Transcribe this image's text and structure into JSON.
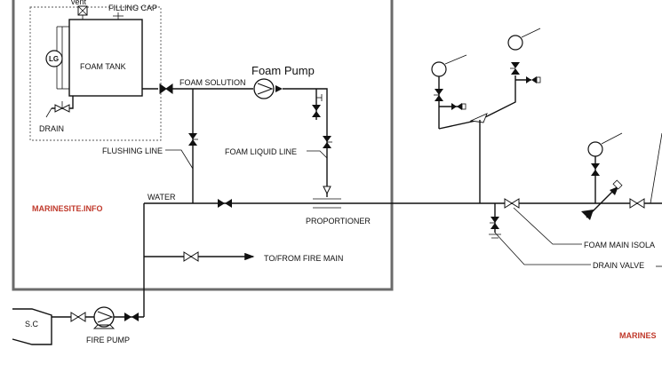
{
  "labels": {
    "vent": "vent",
    "filling_cap": "FILLING CAP",
    "lg": "LG",
    "foam_tank": "FOAM  TANK",
    "drain": "DRAIN",
    "foam_solution": "FOAM SOLUTION",
    "foam_pump": "Foam Pump",
    "flushing_line": "FLUSHING LINE",
    "foam_liquid_line": "FOAM LIQUID LINE",
    "water": "WATER",
    "proportioner": "PROPORTIONER",
    "to_from_fire_main": "TO/FROM FIRE MAIN",
    "sc": "S.C",
    "fire_pump": "FIRE PUMP",
    "foam_main_isolation": "FOAM MAIN ISOLA",
    "drain_valve": "DRAIN  VALVE"
  },
  "watermarks": {
    "left": "MARINESITE.INFO",
    "right": "MARINES"
  },
  "colors": {
    "line": "#111111",
    "frame": "#6b6b6b",
    "watermark": "#c0392b"
  }
}
